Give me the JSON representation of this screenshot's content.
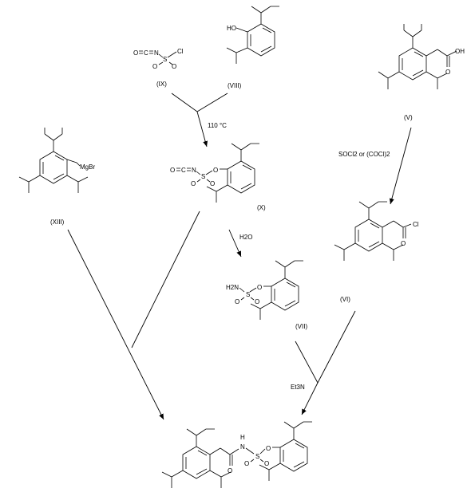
{
  "compounds": {
    "IX": {
      "label": "(IX)",
      "atoms": [
        "O",
        "C",
        "N",
        "S",
        "Cl",
        "O",
        "O"
      ]
    },
    "VIII": {
      "label": "(VIII)",
      "atoms": [
        "HO"
      ]
    },
    "V": {
      "label": "(V)",
      "atoms": [
        "O",
        "OH"
      ]
    },
    "X": {
      "label": "(X)",
      "atoms": [
        "O",
        "C",
        "N",
        "S",
        "O",
        "O",
        "O"
      ]
    },
    "XIII": {
      "label": "(XIII)",
      "atoms": [
        "MgBr"
      ]
    },
    "VI": {
      "label": "(VI)",
      "atoms": [
        "O",
        "Cl"
      ]
    },
    "VII": {
      "label": "(VII)",
      "atoms": [
        "H2N",
        "S",
        "O",
        "O",
        "O"
      ]
    },
    "product": {
      "label": "",
      "atoms": [
        "H",
        "N",
        "O",
        "S",
        "O",
        "O",
        "O"
      ]
    }
  },
  "conditions": {
    "temp": "110 °C",
    "hydrolysis": "H2O",
    "chlorination": "SOCl2 or (COCl)2",
    "base": "Et3N"
  }
}
